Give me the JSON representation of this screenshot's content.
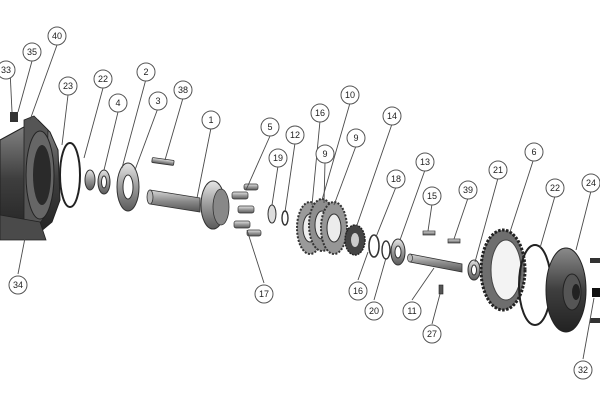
{
  "colors": {
    "part_dark": "#3a3a3a",
    "part_mid": "#7d7d7d",
    "part_light": "#c8c8c8",
    "line": "#4a4a4a",
    "background": "#ffffff"
  },
  "callouts": [
    "33",
    "35",
    "40",
    "23",
    "22",
    "2",
    "4",
    "3",
    "38",
    "1",
    "5",
    "12",
    "19",
    "16",
    "10",
    "9",
    "9",
    "14",
    "18",
    "13",
    "15",
    "39",
    "21",
    "6",
    "22",
    "24",
    "34",
    "17",
    "16",
    "20",
    "11",
    "27",
    "32"
  ]
}
